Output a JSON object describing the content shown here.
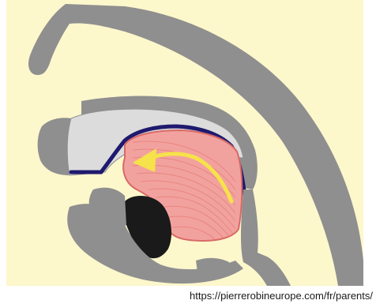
{
  "figure": {
    "type": "sagittal-section-diagram",
    "colors": {
      "background": "#fdf7cc",
      "bone": "#8f8f8f",
      "palate_cartilage": "#dcdcdc",
      "palate_outline": "#1f1a6e",
      "tongue_fill": "#f2a29e",
      "tongue_lines": "#d86a66",
      "airway_dark": "#1a1a1a",
      "arrow": "#f6e24a"
    },
    "arrow_direction": "up-left"
  },
  "caption": "https://pierrerobineurope.com/fr/parents/"
}
